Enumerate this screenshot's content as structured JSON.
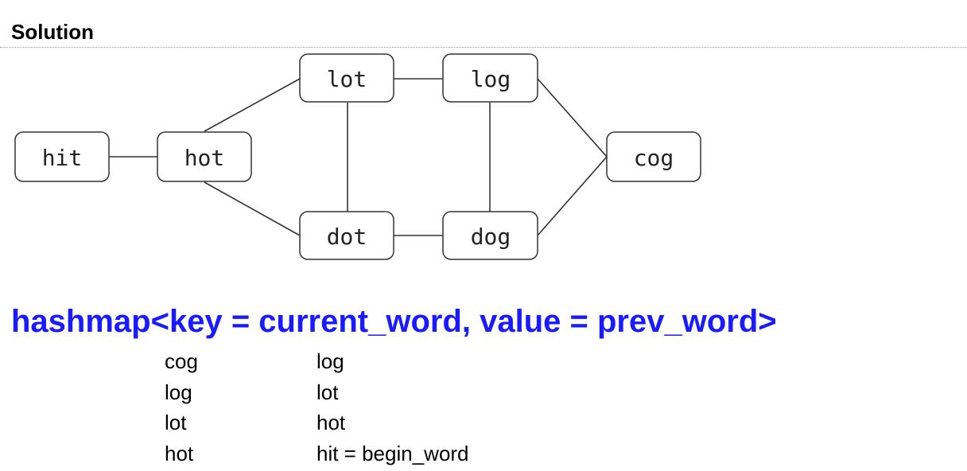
{
  "heading": "Solution",
  "graph": {
    "nodes": [
      {
        "id": "hit",
        "label": "hit"
      },
      {
        "id": "hot",
        "label": "hot"
      },
      {
        "id": "lot",
        "label": "lot"
      },
      {
        "id": "log",
        "label": "log"
      },
      {
        "id": "dot",
        "label": "dot"
      },
      {
        "id": "dog",
        "label": "dog"
      },
      {
        "id": "cog",
        "label": "cog"
      }
    ],
    "edges": [
      [
        "hit",
        "hot"
      ],
      [
        "hot",
        "lot"
      ],
      [
        "hot",
        "dot"
      ],
      [
        "lot",
        "log"
      ],
      [
        "lot",
        "dot"
      ],
      [
        "log",
        "dog"
      ],
      [
        "dot",
        "dog"
      ],
      [
        "log",
        "cog"
      ],
      [
        "dog",
        "cog"
      ]
    ]
  },
  "hashmap": {
    "title": "hashmap<key = current_word, value = prev_word>",
    "rows": [
      {
        "key": "cog",
        "value": "log"
      },
      {
        "key": "log",
        "value": "lot"
      },
      {
        "key": "lot",
        "value": "hot"
      },
      {
        "key": "hot",
        "value": "hit = begin_word"
      }
    ]
  },
  "colors": {
    "title_blue": "#1a1aff",
    "node_border": "#333333"
  }
}
